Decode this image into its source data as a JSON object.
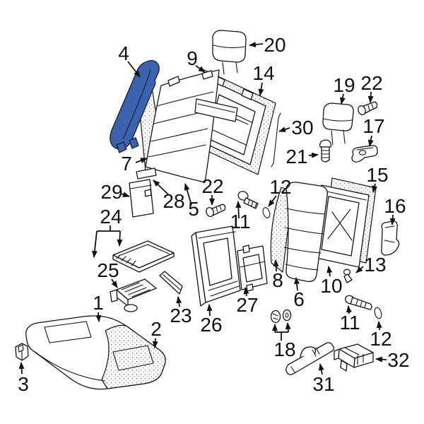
{
  "figure": {
    "type": "exploded-parts-diagram",
    "subject": "Rear seat assembly parts diagram",
    "background_color": "#ffffff",
    "line_color": "#111111",
    "highlight_color": "#3d63af"
  },
  "callouts": [
    {
      "label": "4",
      "part": "side-bolster"
    },
    {
      "label": "9",
      "part": "backrest-cover-left"
    },
    {
      "label": "20",
      "part": "headrest-left"
    },
    {
      "label": "14",
      "part": "backrest-frame-left"
    },
    {
      "label": "19",
      "part": "headrest-right"
    },
    {
      "label": "22",
      "part": "screw-top"
    },
    {
      "label": "30",
      "part": "support-rod"
    },
    {
      "label": "21",
      "part": "guide-pin"
    },
    {
      "label": "17",
      "part": "latch-bracket"
    },
    {
      "label": "7",
      "part": "backrest-pad-left"
    },
    {
      "label": "29",
      "part": "trim-panel"
    },
    {
      "label": "28",
      "part": "trim-strip"
    },
    {
      "label": "5",
      "part": "backrest-cover-edge"
    },
    {
      "label": "22",
      "part": "screw-center"
    },
    {
      "label": "11",
      "part": "bolt-center"
    },
    {
      "label": "12",
      "part": "seal-ring-center"
    },
    {
      "label": "15",
      "part": "backrest-frame-right-rear"
    },
    {
      "label": "16",
      "part": "hinge-bracket"
    },
    {
      "label": "24",
      "part": "armrest-lid"
    },
    {
      "label": "25",
      "part": "cupholder"
    },
    {
      "label": "1",
      "part": "seat-cushion"
    },
    {
      "label": "2",
      "part": "cushion-cover"
    },
    {
      "label": "3",
      "part": "cushion-clip"
    },
    {
      "label": "23",
      "part": "armrest-trim"
    },
    {
      "label": "26",
      "part": "armrest-frame"
    },
    {
      "label": "27",
      "part": "center-frame"
    },
    {
      "label": "8",
      "part": "backrest-pad-right"
    },
    {
      "label": "6",
      "part": "backrest-cover-right"
    },
    {
      "label": "10",
      "part": "backrest-frame-right"
    },
    {
      "label": "13",
      "part": "screw-right"
    },
    {
      "label": "11",
      "part": "bolt-lower"
    },
    {
      "label": "12",
      "part": "seal-ring-lower"
    },
    {
      "label": "18",
      "part": "washers"
    },
    {
      "label": "31",
      "part": "release-handle"
    },
    {
      "label": "32",
      "part": "latch-unit"
    }
  ]
}
